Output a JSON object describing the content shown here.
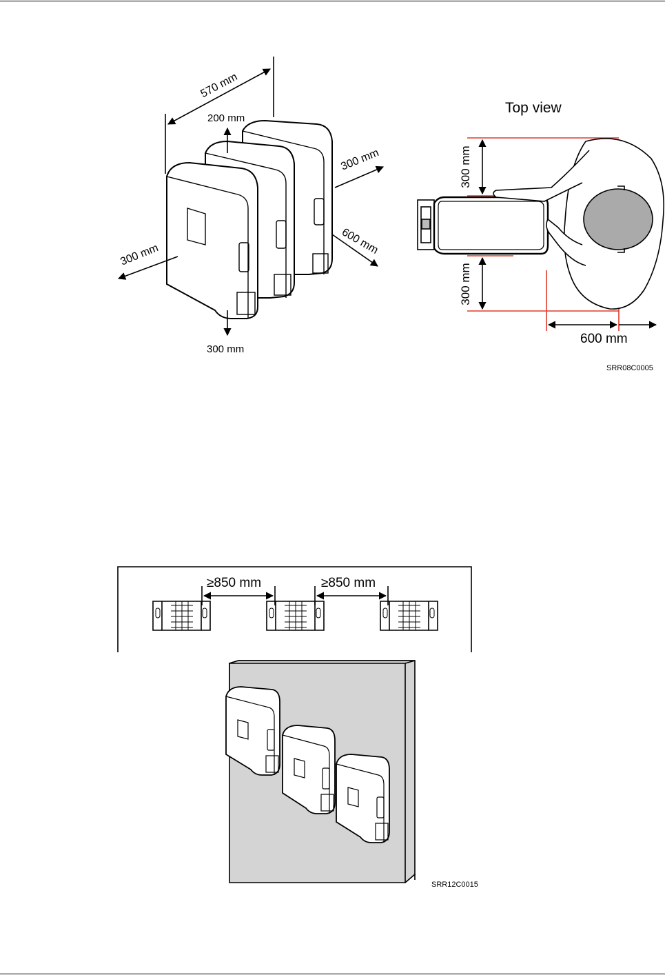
{
  "figure1": {
    "dims": {
      "width_total": "570 mm",
      "top_clearance": "200 mm",
      "right_clearance": "300 mm",
      "front_clearance": "600 mm",
      "left_clearance": "300 mm",
      "bottom_clearance": "300 mm"
    },
    "top_view": {
      "title": "Top view",
      "top_dim": "300 mm",
      "bottom_dim": "300 mm",
      "front_dim": "600 mm"
    },
    "figure_id": "SRR08C0005"
  },
  "figure2": {
    "spacing_left": "≥850 mm",
    "spacing_right": "≥850 mm",
    "figure_id": "SRR12C0015"
  }
}
